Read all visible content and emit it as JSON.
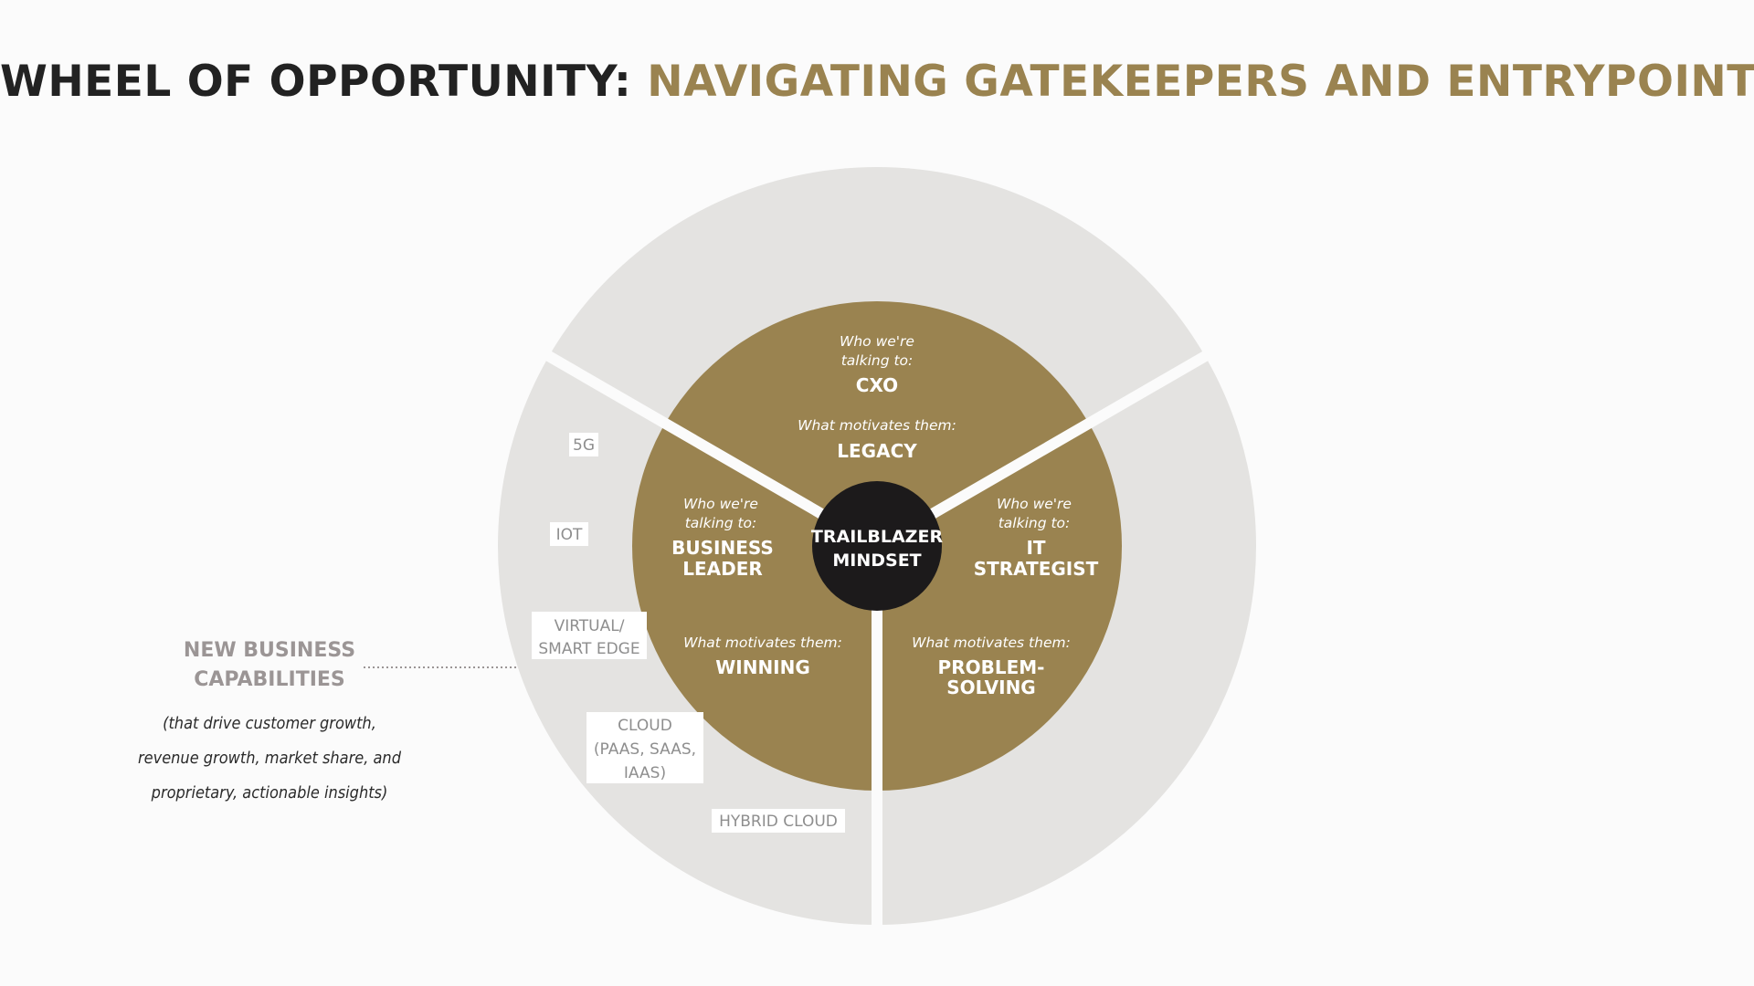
{
  "title": {
    "part1": "WHEEL OF OPPORTUNITY:",
    "part2": "NAVIGATING GATEKEEPERS AND ENTRYPOINTS"
  },
  "colors": {
    "gold": "#9a8350",
    "outer_ring": "#e4e3e1",
    "hub": "#1c1a1b",
    "side_label": "#9b9595"
  },
  "hub": {
    "line1": "TRAILBLAZER",
    "line2": "MINDSET"
  },
  "segments": {
    "cxo": {
      "who_label_line1": "Who we're",
      "who_label_line2": "talking to:",
      "who": "CXO",
      "motivates_label": "What motivates them:",
      "motivation": "LEGACY"
    },
    "business_leader": {
      "who_label_line1": "Who we're",
      "who_label_line2": "talking to:",
      "who_line1": "BUSINESS",
      "who_line2": "LEADER",
      "motivates_label": "What motivates them:",
      "motivation": "WINNING"
    },
    "it_strategist": {
      "who_label_line1": "Who we're",
      "who_label_line2": "talking to:",
      "who_line1": "IT",
      "who_line2": "STRATEGIST",
      "motivates_label": "What motivates them:",
      "motivation_line1": "PROBLEM-",
      "motivation_line2": "SOLVING"
    }
  },
  "capabilities": {
    "fiveg": "5G",
    "iot": "IOT",
    "edge_line1": "VIRTUAL/",
    "edge_line2": "SMART EDGE",
    "cloud_line1": "CLOUD",
    "cloud_line2": "(PAAS, SAAS,",
    "cloud_line3": "IAAS)",
    "hybrid": "HYBRID CLOUD"
  },
  "side_label": {
    "title_line1": "NEW BUSINESS",
    "title_line2": "CAPABILITIES",
    "desc_line1": "(that drive customer growth,",
    "desc_line2": "revenue growth, market share, and",
    "desc_line3": "proprietary, actionable insights)"
  }
}
